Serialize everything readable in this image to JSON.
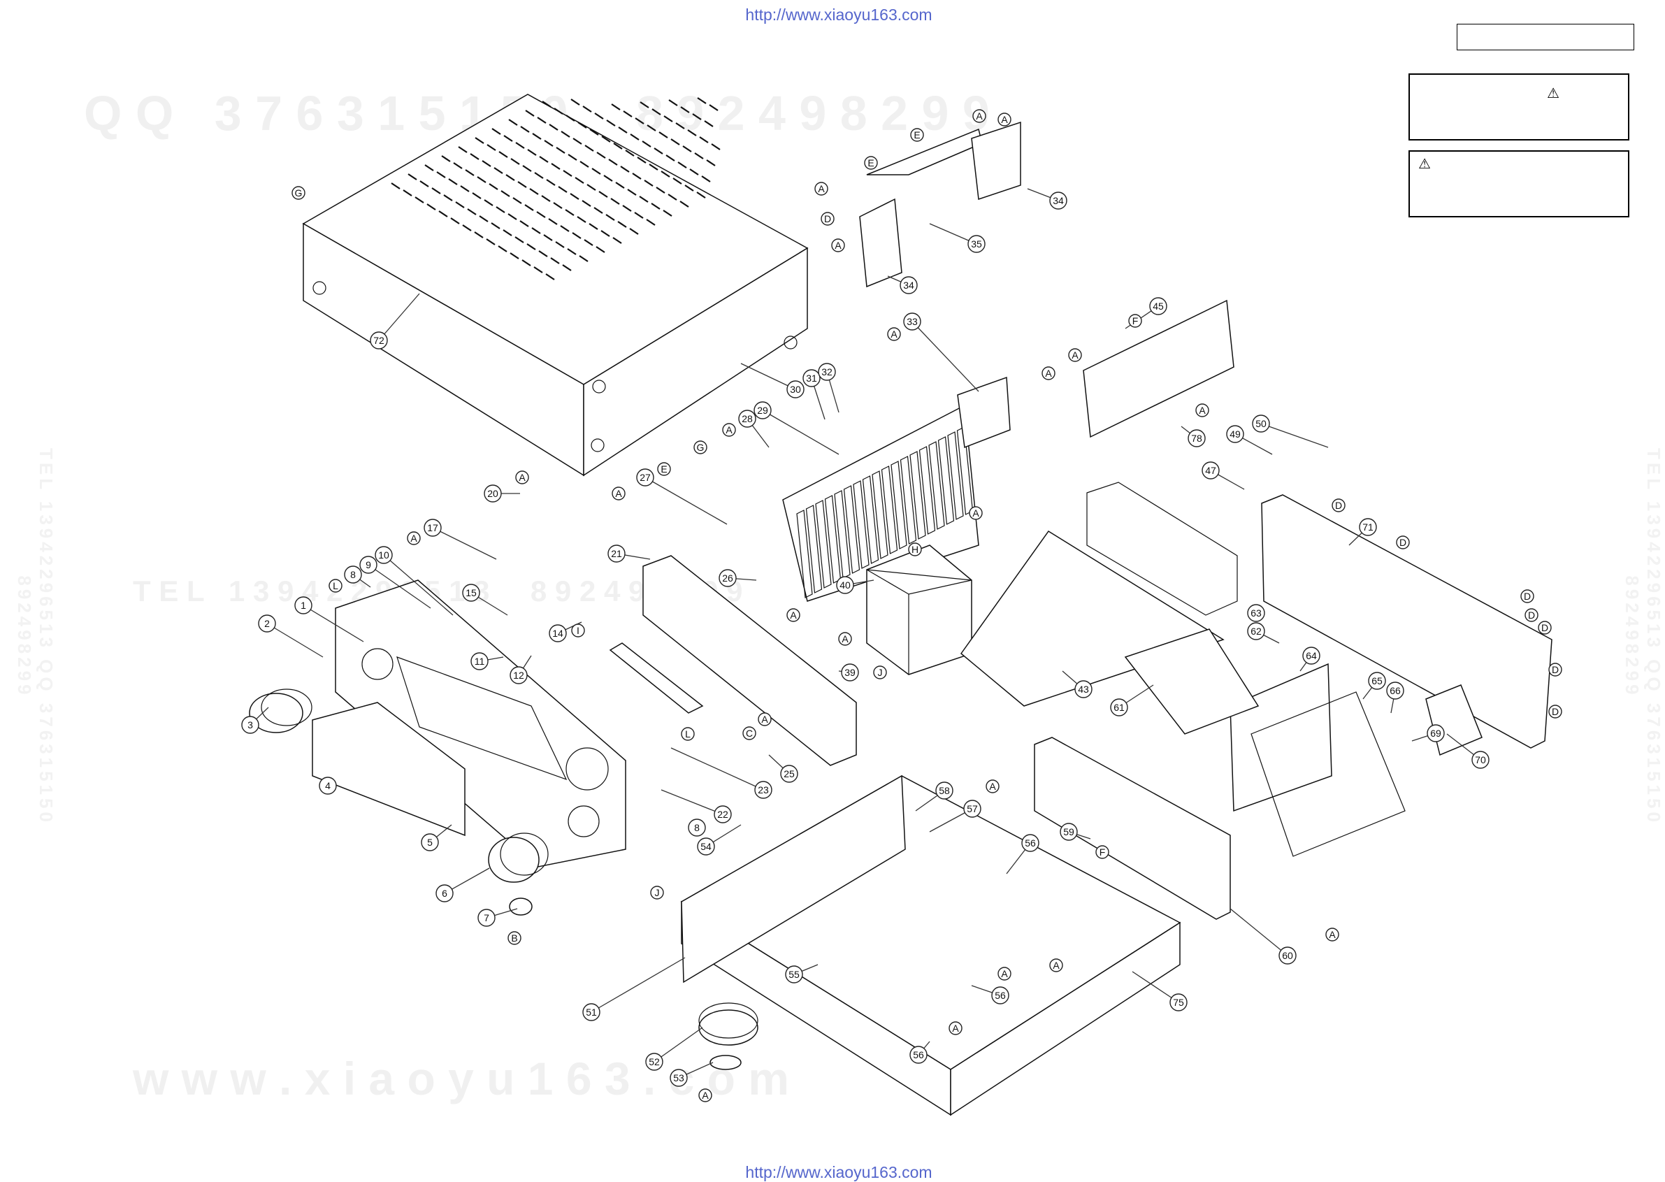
{
  "header": {
    "url_top": "http://www.xiaoyu163.com",
    "url_bottom": "http://www.xiaoyu163.com"
  },
  "watermarks": {
    "qq": "Q Q   3 7 6 3 1 5 1 5 0     8 9 2 4 9 8 2 9 9",
    "tel": "T E L   1 3 9 4 2 2 9 6 5 1 3     8 9 2 4 9 8 2 9 9",
    "www": "w w w . x i a o y u 1 6 3 . c o m",
    "side_left": "TEL 13942296513 QQ 376315150 892498299",
    "side_right": "TEL 13942296513 QQ 376315150 892498299"
  },
  "notice_boxes": {
    "caution_symbol": "⚠"
  },
  "diagram": {
    "callouts": [
      {
        "id": "c1",
        "label": "1"
      },
      {
        "id": "c2",
        "label": "2"
      },
      {
        "id": "c3",
        "label": "3"
      },
      {
        "id": "c4",
        "label": "4"
      },
      {
        "id": "c5",
        "label": "5"
      },
      {
        "id": "c6",
        "label": "6"
      },
      {
        "id": "c7",
        "label": "7"
      },
      {
        "id": "c8",
        "label": "8"
      },
      {
        "id": "c8b",
        "label": "8"
      },
      {
        "id": "c9",
        "label": "9"
      },
      {
        "id": "c10",
        "label": "10"
      },
      {
        "id": "c11",
        "label": "11"
      },
      {
        "id": "c12",
        "label": "12"
      },
      {
        "id": "c14",
        "label": "14"
      },
      {
        "id": "c15",
        "label": "15"
      },
      {
        "id": "c17",
        "label": "17"
      },
      {
        "id": "c20",
        "label": "20"
      },
      {
        "id": "c21",
        "label": "21"
      },
      {
        "id": "c22",
        "label": "22"
      },
      {
        "id": "c23",
        "label": "23"
      },
      {
        "id": "c25",
        "label": "25"
      },
      {
        "id": "c26",
        "label": "26"
      },
      {
        "id": "c27",
        "label": "27"
      },
      {
        "id": "c28",
        "label": "28"
      },
      {
        "id": "c29",
        "label": "29"
      },
      {
        "id": "c30",
        "label": "30"
      },
      {
        "id": "c31",
        "label": "31"
      },
      {
        "id": "c32",
        "label": "32"
      },
      {
        "id": "c33",
        "label": "33"
      },
      {
        "id": "c34a",
        "label": "34"
      },
      {
        "id": "c34b",
        "label": "34"
      },
      {
        "id": "c35",
        "label": "35"
      },
      {
        "id": "c39",
        "label": "39"
      },
      {
        "id": "c40",
        "label": "40"
      },
      {
        "id": "c43",
        "label": "43"
      },
      {
        "id": "c45",
        "label": "45"
      },
      {
        "id": "c47",
        "label": "47"
      },
      {
        "id": "c49",
        "label": "49"
      },
      {
        "id": "c50",
        "label": "50"
      },
      {
        "id": "c51",
        "label": "51"
      },
      {
        "id": "c52",
        "label": "52"
      },
      {
        "id": "c53",
        "label": "53"
      },
      {
        "id": "c54",
        "label": "54"
      },
      {
        "id": "c55",
        "label": "55"
      },
      {
        "id": "c56a",
        "label": "56"
      },
      {
        "id": "c56b",
        "label": "56"
      },
      {
        "id": "c56c",
        "label": "56"
      },
      {
        "id": "c57",
        "label": "57"
      },
      {
        "id": "c58",
        "label": "58"
      },
      {
        "id": "c59",
        "label": "59"
      },
      {
        "id": "c60",
        "label": "60"
      },
      {
        "id": "c61",
        "label": "61"
      },
      {
        "id": "c62",
        "label": "62"
      },
      {
        "id": "c63",
        "label": "63"
      },
      {
        "id": "c64",
        "label": "64"
      },
      {
        "id": "c65",
        "label": "65"
      },
      {
        "id": "c66",
        "label": "66"
      },
      {
        "id": "c69",
        "label": "69"
      },
      {
        "id": "c70",
        "label": "70"
      },
      {
        "id": "c71",
        "label": "71"
      },
      {
        "id": "c72",
        "label": "72"
      },
      {
        "id": "c75",
        "label": "75"
      },
      {
        "id": "c78",
        "label": "78"
      },
      {
        "id": "sA1",
        "label": "A"
      },
      {
        "id": "sA2",
        "label": "A"
      },
      {
        "id": "sA3",
        "label": "A"
      },
      {
        "id": "sA4",
        "label": "A"
      },
      {
        "id": "sA5",
        "label": "A"
      },
      {
        "id": "sA6",
        "label": "A"
      },
      {
        "id": "sA7",
        "label": "A"
      },
      {
        "id": "sA8",
        "label": "A"
      },
      {
        "id": "sA9",
        "label": "A"
      },
      {
        "id": "sA10",
        "label": "A"
      },
      {
        "id": "sA11",
        "label": "A"
      },
      {
        "id": "sA12",
        "label": "A"
      },
      {
        "id": "sA13",
        "label": "A"
      },
      {
        "id": "sA14",
        "label": "A"
      },
      {
        "id": "sA15",
        "label": "A"
      },
      {
        "id": "sA16",
        "label": "A"
      },
      {
        "id": "sA17",
        "label": "A"
      },
      {
        "id": "sA18",
        "label": "A"
      },
      {
        "id": "sA19",
        "label": "A"
      },
      {
        "id": "sA20",
        "label": "A"
      },
      {
        "id": "sA21",
        "label": "A"
      },
      {
        "id": "sA22",
        "label": "A"
      },
      {
        "id": "sB1",
        "label": "B"
      },
      {
        "id": "sC1",
        "label": "C"
      },
      {
        "id": "sD1",
        "label": "D"
      },
      {
        "id": "sD2",
        "label": "D"
      },
      {
        "id": "sD3",
        "label": "D"
      },
      {
        "id": "sD4",
        "label": "D"
      },
      {
        "id": "sD5",
        "label": "D"
      },
      {
        "id": "sD6",
        "label": "D"
      },
      {
        "id": "sD7",
        "label": "D"
      },
      {
        "id": "sD8",
        "label": "D"
      },
      {
        "id": "sE1",
        "label": "E"
      },
      {
        "id": "sE2",
        "label": "E"
      },
      {
        "id": "sE3",
        "label": "E"
      },
      {
        "id": "sF1",
        "label": "F"
      },
      {
        "id": "sF2",
        "label": "F"
      },
      {
        "id": "sG1",
        "label": "G"
      },
      {
        "id": "sG2",
        "label": "G"
      },
      {
        "id": "sH1",
        "label": "H"
      },
      {
        "id": "sI1",
        "label": "I"
      },
      {
        "id": "sJ1",
        "label": "J"
      },
      {
        "id": "sJ2",
        "label": "J"
      },
      {
        "id": "sL1",
        "label": "L"
      },
      {
        "id": "sL2",
        "label": "L"
      }
    ]
  }
}
